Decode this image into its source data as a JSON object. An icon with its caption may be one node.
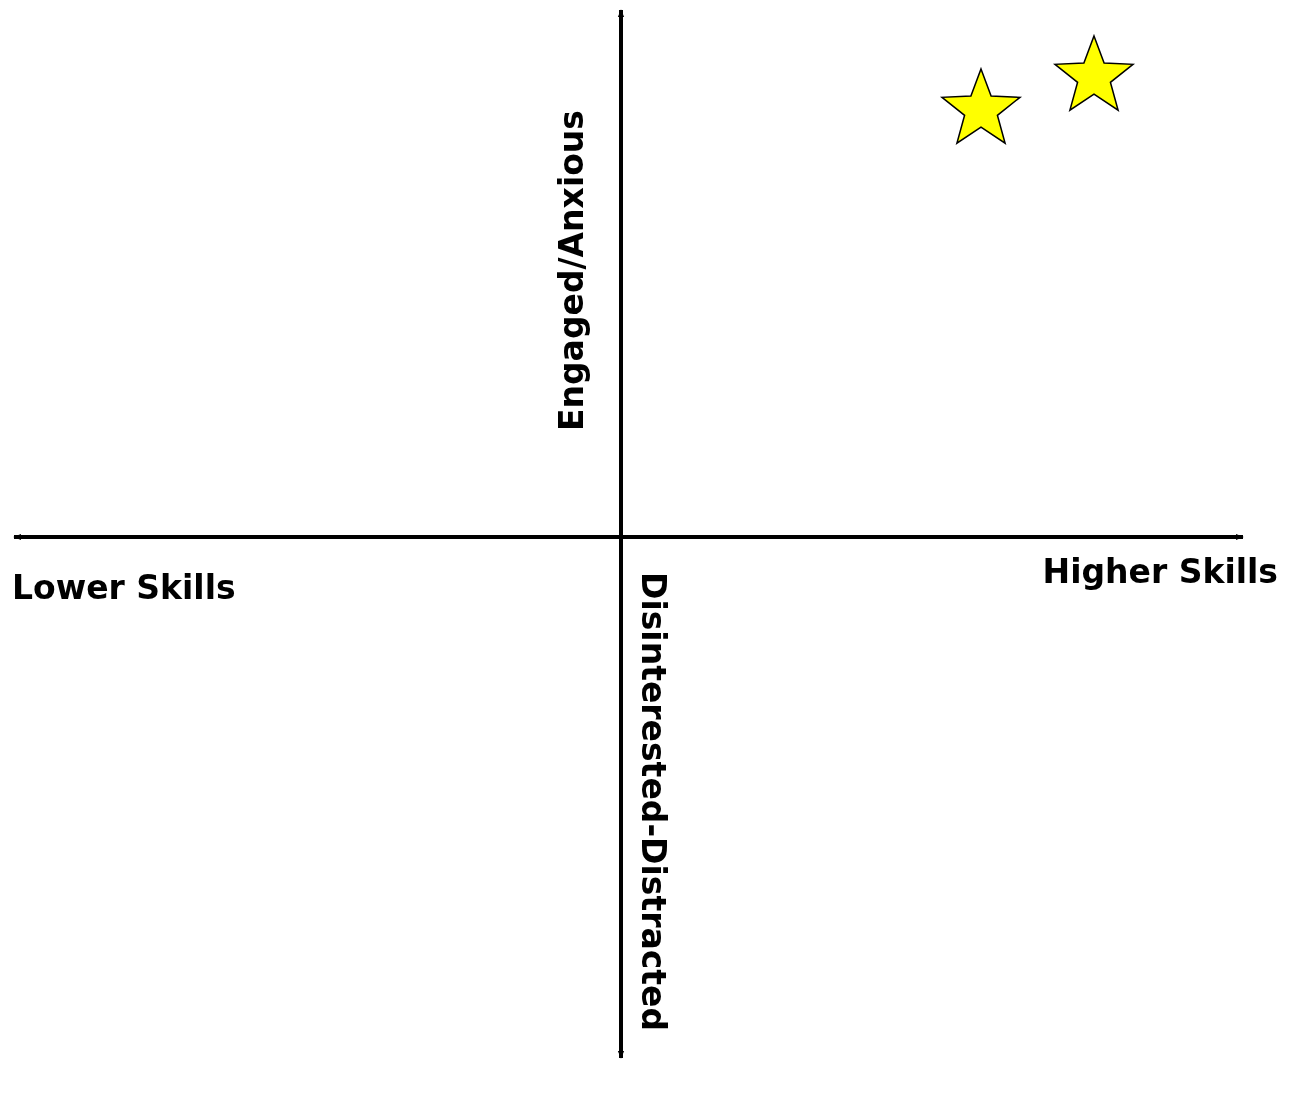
{
  "diagram": {
    "labels": [
      "Engaged/Anxious",
      "Lower Skills",
      "Higher Skills",
      "Disinterested-Distracted"
    ]
  }
}
